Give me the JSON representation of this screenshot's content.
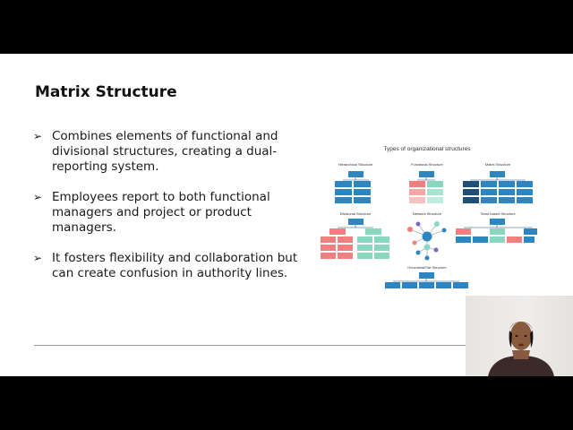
{
  "slide": {
    "title": "Matrix Structure",
    "bullets": [
      "Combines elements of functional and divisional structures, creating a dual-reporting system.",
      "Employees report to both functional managers and project or product managers.",
      "It fosters flexibility and collaboration but can create confusion in authority lines."
    ]
  },
  "diagram": {
    "title": "Types of organizational structures",
    "labels": {
      "hierarchical": "Hierarchical Structure",
      "functional": "Functional Structure",
      "matrix": "Matrix Structure",
      "divisional": "Divisional Structure",
      "network": "Network Structure",
      "team": "Team-based Structure",
      "flat": "Horizontal/Flat Structure"
    }
  },
  "colors": {
    "blue": "#2e86c1",
    "pink": "#f08080",
    "teal": "#88d8c0",
    "navy": "#1f4e79",
    "purple": "#7b68c9"
  }
}
